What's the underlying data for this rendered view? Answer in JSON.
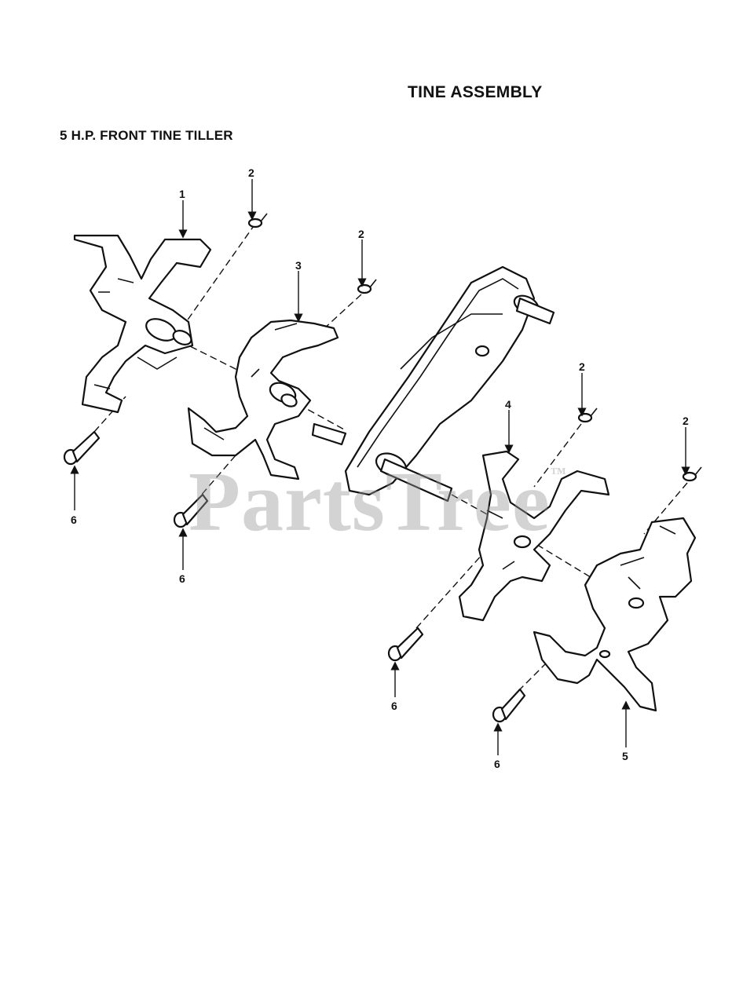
{
  "header": {
    "title": "TINE ASSEMBLY",
    "subtitle": "5 H.P. FRONT TINE TILLER"
  },
  "watermark": {
    "text": "PartsTree",
    "trademark": "™"
  },
  "callouts": [
    "1",
    "2",
    "3",
    "4",
    "5",
    "6"
  ]
}
